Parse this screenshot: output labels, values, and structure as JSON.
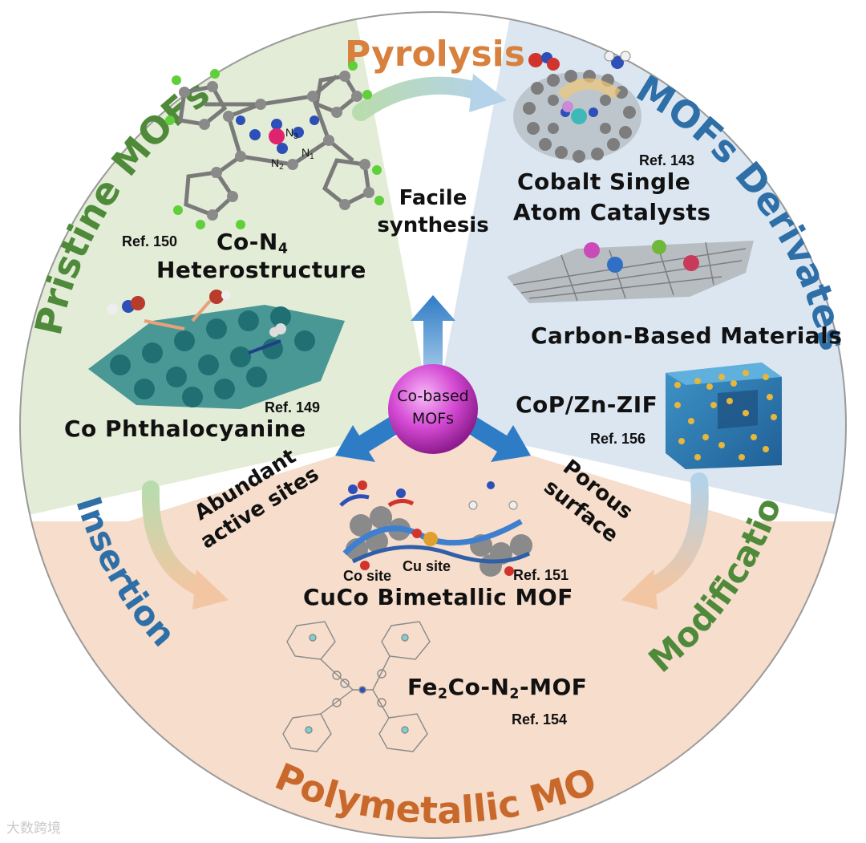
{
  "process_labels": {
    "pyrolysis": "Pyrolysis",
    "insertion": "Insertion",
    "modification": "Modification"
  },
  "sectors": {
    "pristine": "Pristine MOFs",
    "derivates": "MOFs Derivates",
    "polymetallic": "Polymetallic MOFs"
  },
  "center": {
    "line1": "Co-based",
    "line2": "MOFs"
  },
  "features": {
    "facile_line1": "Facile",
    "facile_line2": "synthesis",
    "abundant_line1": "Abundant",
    "abundant_line2": "active sites",
    "porous_line1": "Porous",
    "porous_line2": "surface"
  },
  "items": {
    "con4_title": "Co-N",
    "con4_sub": "4",
    "con4_line2": "Heterostructure",
    "con4_ref": "Ref. 150",
    "cophth": "Co Phthalocyanine",
    "cophth_ref": "Ref. 149",
    "cosac_line1": "Cobalt Single",
    "cosac_line2": "Atom Catalysts",
    "cosac_ref": "Ref. 143",
    "carbon": "Carbon-Based Materials",
    "cop": "CoP/Zn-ZIF",
    "cop_ref": "Ref. 156",
    "cuco": "CuCo Bimetallic MOF",
    "cuco_ref": "Ref. 151",
    "co_site": "Co site",
    "cu_site": "Cu site",
    "fe2co_a": "Fe",
    "fe2co_s1": "2",
    "fe2co_b": "Co-N",
    "fe2co_s2": "2",
    "fe2co_c": "-MOF",
    "fe2co_ref": "Ref. 154"
  },
  "atom_labels": {
    "n1": "N",
    "n1_sub": "1",
    "n2": "N",
    "n2_sub": "2",
    "n3": "N",
    "n3_sub": "3"
  },
  "watermark": "大数跨境",
  "colors": {
    "pristine_bg": "#e3ecd6",
    "derivates_bg": "#dbe6f1",
    "polymetallic_bg": "#f6ddcc",
    "pristine_text": "#4f8a3a",
    "derivates_text": "#2e6fa8",
    "polymetallic_text": "#c8692b",
    "center_sphere": "#cf3fcf"
  }
}
